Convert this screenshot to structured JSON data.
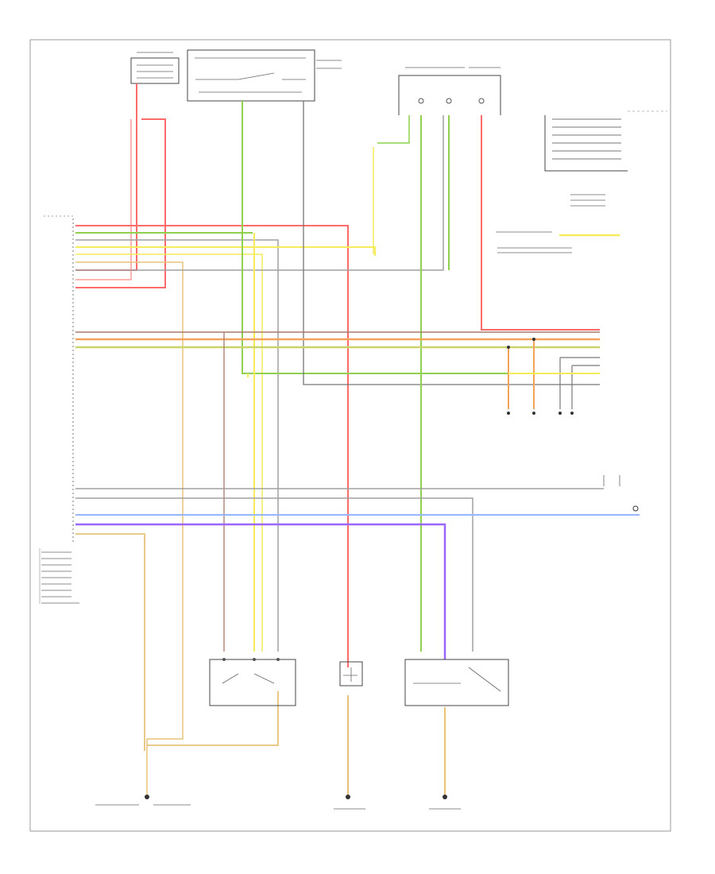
{
  "diagram": {
    "background": "#ffffff",
    "wire_colors": {
      "red": "#ff6b6b",
      "green": "#8fd14f",
      "yellow": "#f5ec5b",
      "orange": "#f5a35a",
      "tan": "#e8c27a",
      "gray": "#a0a0a0",
      "purple": "#9966ff",
      "blue": "#9ab5ff",
      "brown": "#a87a6a",
      "dark": "#555555"
    },
    "components": [
      "top-left-fuse-box",
      "ignition-switch",
      "top-right-fuse-box",
      "right-module-legend",
      "left-connector-module",
      "wiper-switch",
      "center-relay",
      "right-relay-module",
      "ground-points"
    ]
  }
}
